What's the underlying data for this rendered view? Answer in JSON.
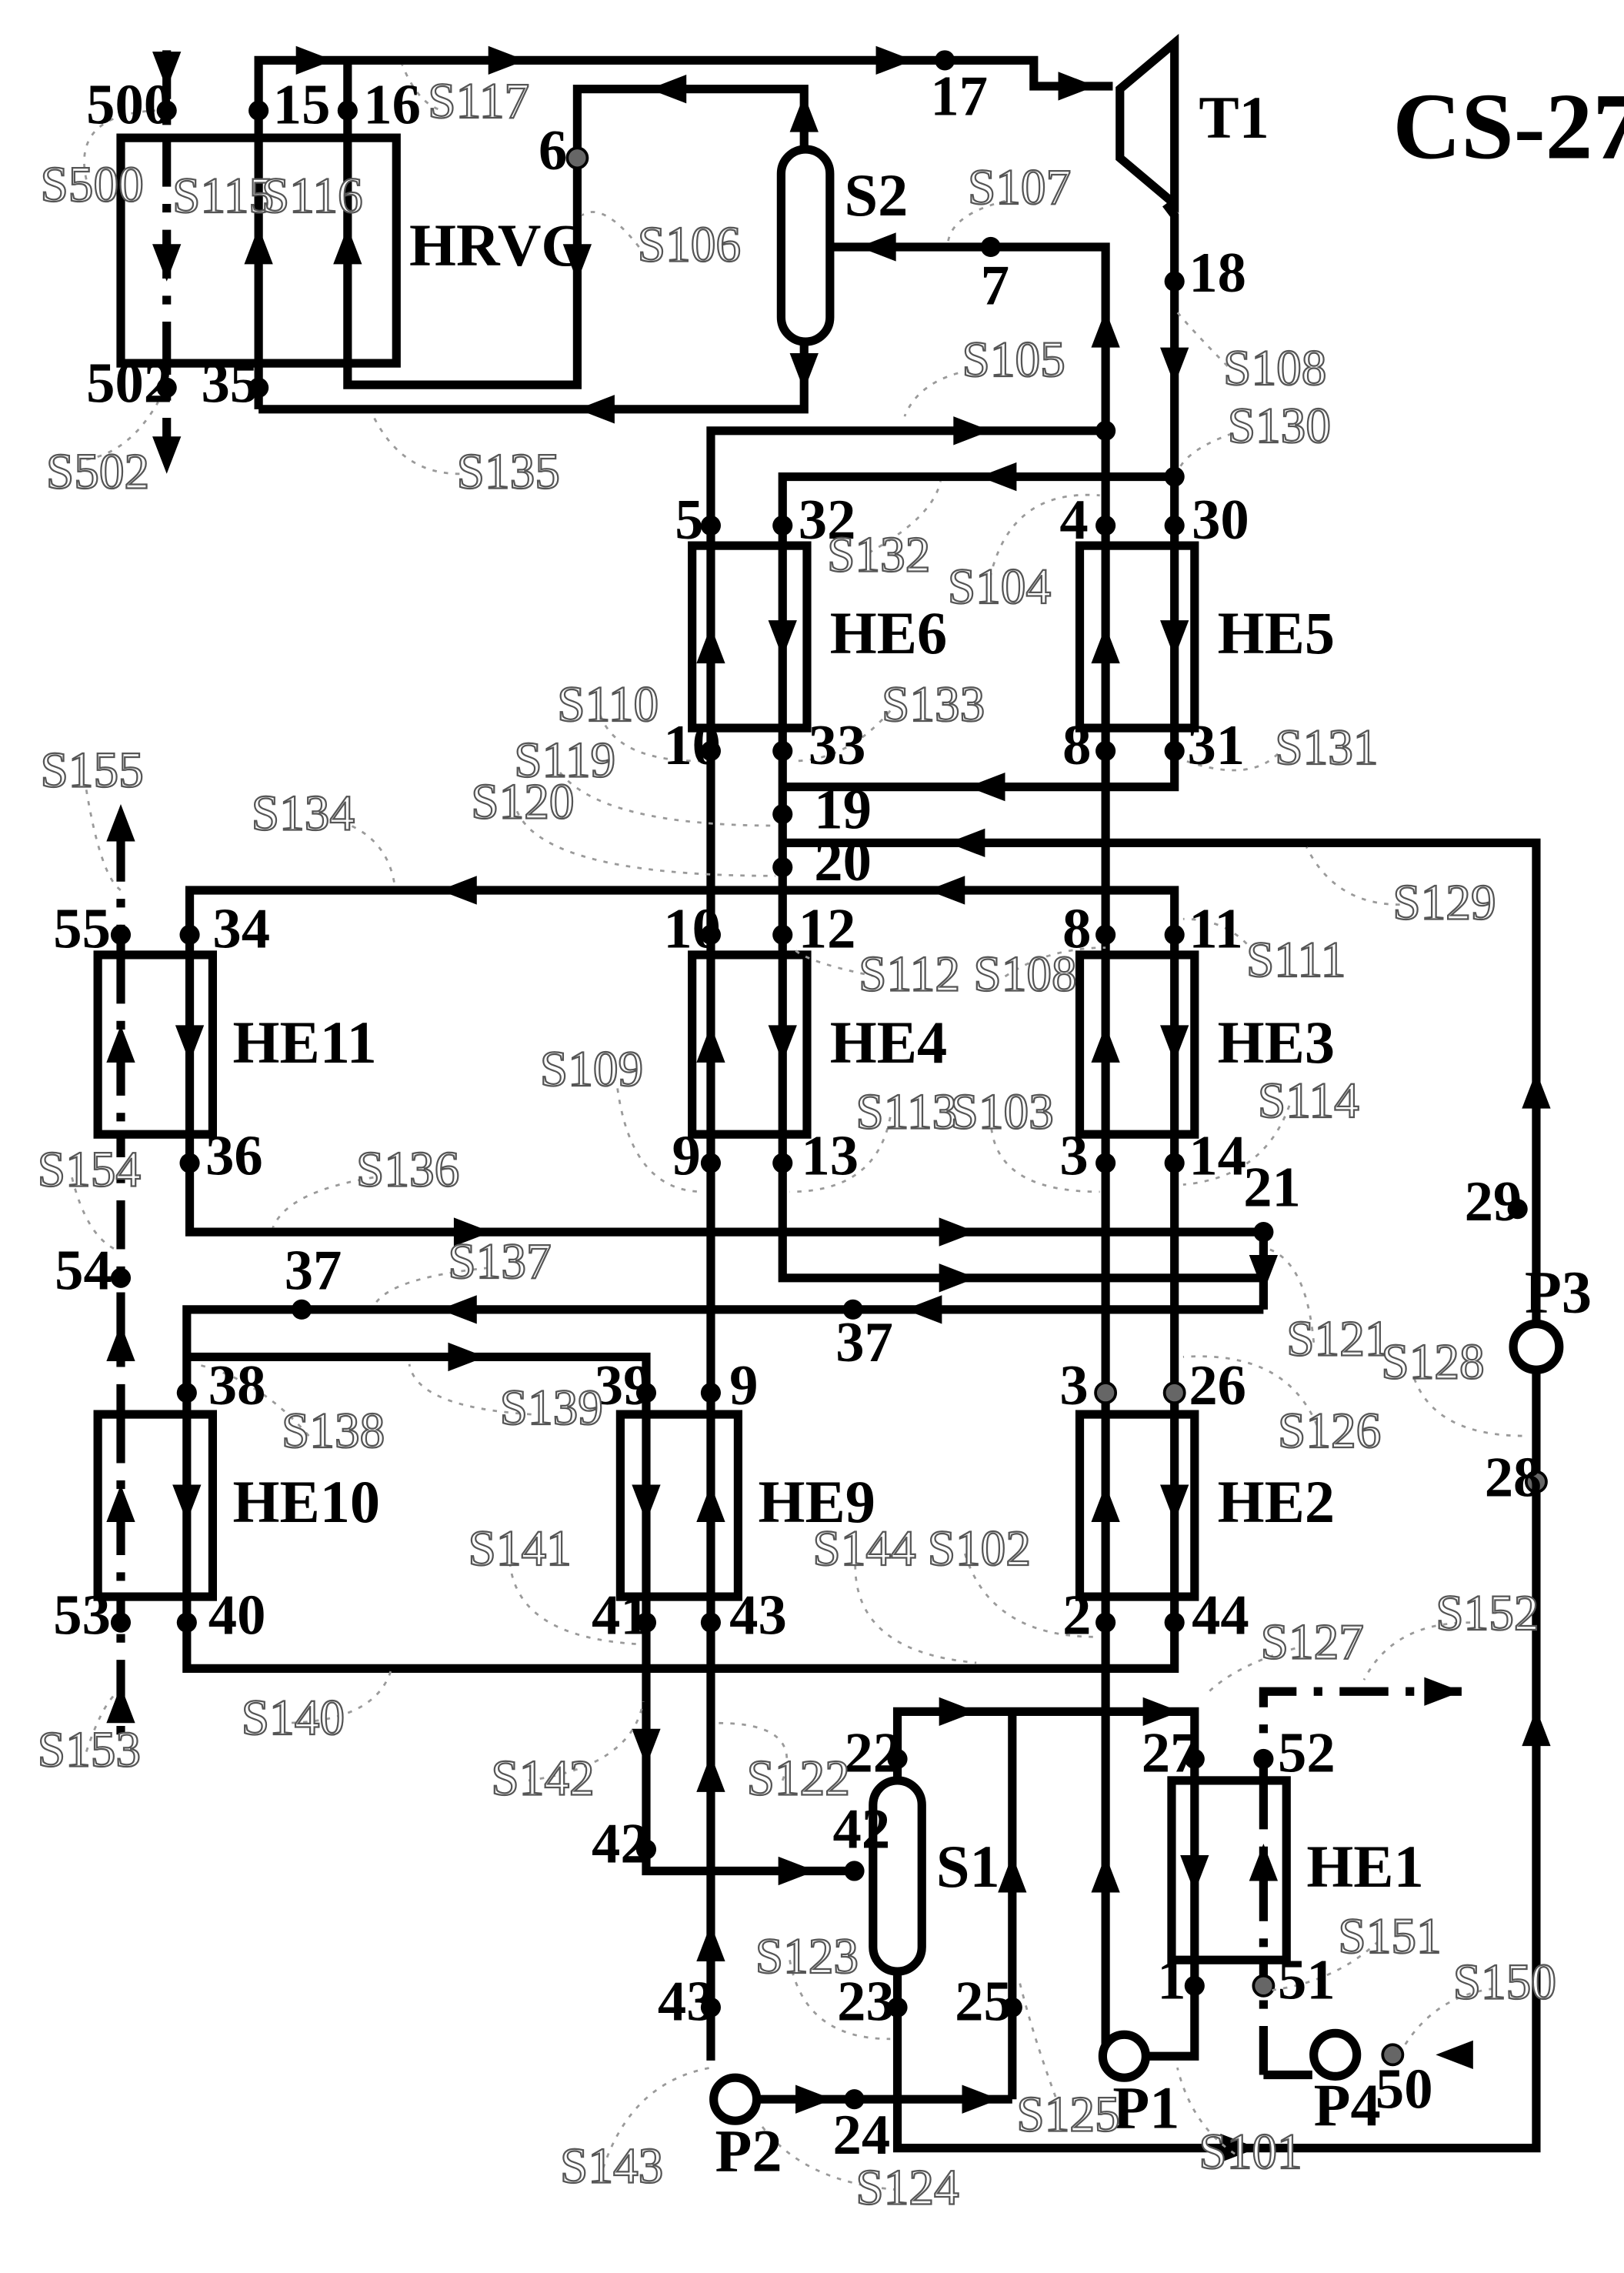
{
  "title": "CS-27",
  "units": {
    "hrvg": "HRVG",
    "t1": "T1",
    "s2": "S2",
    "s1": "S1",
    "he1": "HE1",
    "he2": "HE2",
    "he3": "HE3",
    "he4": "HE4",
    "he5": "HE5",
    "he6": "HE6",
    "he9": "HE9",
    "he10": "HE10",
    "he11": "HE11",
    "p1": "P1",
    "p2": "P2",
    "p3": "P3",
    "p4": "P4"
  },
  "nodes": {
    "n500": "500",
    "n15": "15",
    "n16": "16",
    "n17": "17",
    "n6": "6",
    "n7": "7",
    "n18": "18",
    "n502": "502",
    "n35": "35",
    "n5": "5",
    "n32": "32",
    "n4": "4",
    "n30": "30",
    "n10a": "10",
    "n33": "33",
    "n8a": "8",
    "n31": "31",
    "n19": "19",
    "n20": "20",
    "n55": "55",
    "n34": "34",
    "n10b": "10",
    "n12": "12",
    "n8b": "8",
    "n11": "11",
    "n36": "36",
    "n9a": "9",
    "n13": "13",
    "n3a": "3",
    "n14": "14",
    "n21": "21",
    "n29": "29",
    "n54": "54",
    "n37a": "37",
    "n37b": "37",
    "n38": "38",
    "n39": "39",
    "n9b": "9",
    "n3b": "3",
    "n26": "26",
    "n28": "28",
    "n53": "53",
    "n40": "40",
    "n41": "41",
    "n43a": "43",
    "n2": "2",
    "n44": "44",
    "n22": "22",
    "n27": "27",
    "n52": "52",
    "n42a": "42",
    "n42b": "42",
    "n1": "1",
    "n51": "51",
    "n43b": "43",
    "n23": "23",
    "n25": "25",
    "n24": "24",
    "n50": "50"
  },
  "streams": {
    "s500": "S500",
    "s115": "S115",
    "s116": "S116",
    "s117": "S117",
    "s106": "S106",
    "s107": "S107",
    "s105": "S105",
    "s108a": "S108",
    "s130": "S130",
    "s502": "S502",
    "s135": "S135",
    "s132": "S132",
    "s104": "S104",
    "s110": "S110",
    "s133": "S133",
    "s131": "S131",
    "s119": "S119",
    "s120": "S120",
    "s155": "S155",
    "s134": "S134",
    "s129": "S129",
    "s112": "S112",
    "s108b": "S108",
    "s111": "S111",
    "s109": "S109",
    "s113": "S113",
    "s103": "S103",
    "s114": "S114",
    "s154": "S154",
    "s136": "S136",
    "s137": "S137",
    "s121": "S121",
    "s139": "S139",
    "s138": "S138",
    "s126": "S126",
    "s128": "S128",
    "s141": "S141",
    "s144": "S144",
    "s102": "S102",
    "s127": "S127",
    "s152": "S152",
    "s140": "S140",
    "s153": "S153",
    "s142": "S142",
    "s122": "S122",
    "s151": "S151",
    "s123": "S123",
    "s150": "S150",
    "s125": "S125",
    "s101": "S101",
    "s143": "S143",
    "s124": "S124"
  }
}
